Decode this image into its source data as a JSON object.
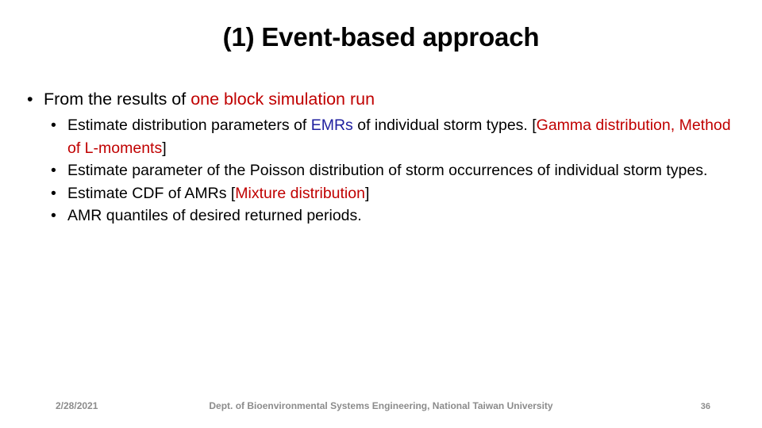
{
  "slide": {
    "title": "(1) Event-based approach",
    "bullet_glyph": "•",
    "colors": {
      "text": "#000000",
      "accent_red": "#C00000",
      "accent_blue": "#1F1F9F",
      "footer_gray": "#8C8C8C",
      "background": "#FFFFFF"
    },
    "level1": {
      "text_plain": "From the results of ",
      "text_highlight": "one block simulation run"
    },
    "level2": [
      {
        "seg1": "Estimate distribution parameters of ",
        "seg2_blue": "EMRs",
        "seg3": " of individual storm types. [",
        "seg4_red": "Gamma distribution, Method of L-moments",
        "seg5": "]"
      },
      {
        "seg1": "Estimate parameter of the Poisson distribution of storm occurrences of individual storm types.",
        "seg2_blue": "",
        "seg3": "",
        "seg4_red": "",
        "seg5": ""
      },
      {
        "seg1": "Estimate CDF of AMRs [",
        "seg2_blue": "",
        "seg3": "",
        "seg4_red": "Mixture distribution",
        "seg5": "]"
      },
      {
        "seg1": "AMR quantiles of desired returned periods.",
        "seg2_blue": "",
        "seg3": "",
        "seg4_red": "",
        "seg5": ""
      }
    ],
    "footer": {
      "date": "2/28/2021",
      "organization": "Dept. of Bioenvironmental Systems Engineering, National Taiwan University",
      "page_number": "36"
    }
  }
}
